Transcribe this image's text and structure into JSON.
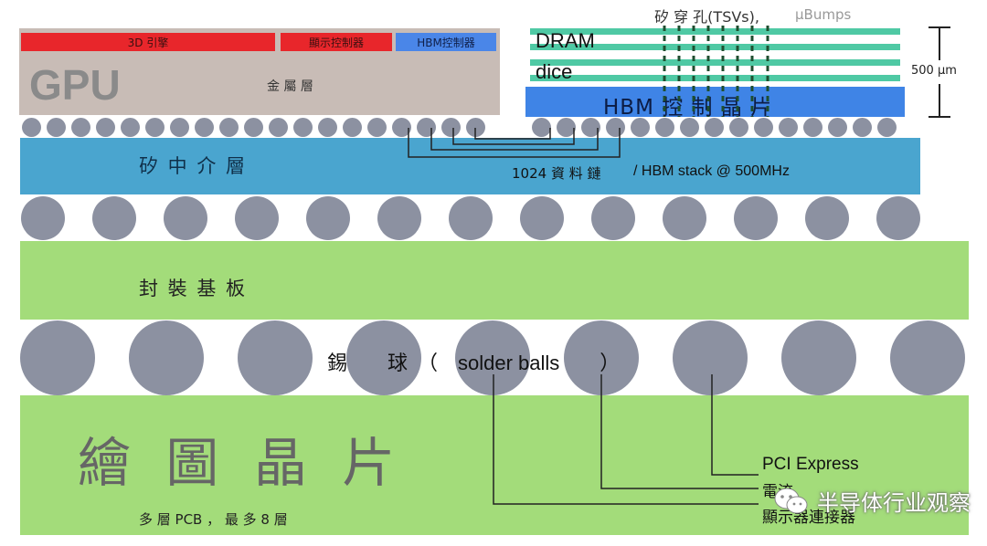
{
  "gpu_die": {
    "engine_label": "3D 引擎",
    "display_ctrl_label": "顯示控制器",
    "hbm_ctrl_label": "HBM控制器",
    "title": "GPU",
    "metal_layer_label": "金 屬 層"
  },
  "hbm_stack": {
    "tsv_label": "矽 穿 孔(TSVs),",
    "ubumps_label": "μBumps",
    "dram_label": "DRAM",
    "dice_label": "dice",
    "controller_label": "HBM 控 制 晶 片",
    "height_label": "500 μm"
  },
  "interposer": {
    "label": "矽 中 介 層",
    "links_label": "1024 資 料 鏈",
    "stack_label": "/ HBM stack @ 500MHz"
  },
  "package_substrate": {
    "label": "封 裝 基 板"
  },
  "solder_balls": {
    "label": "錫　　球　（　solder balls　　）"
  },
  "graphics_card": {
    "title": "繪 圖 晶 片",
    "pcb_label": "多 層 PCB ， 最 多 8 層",
    "pci_label": "PCI Express",
    "power_label": "電流",
    "display_conn_label": "顯示器連接器"
  },
  "watermark": {
    "text": "半导体行业观察"
  },
  "colors": {
    "gpu_die": "#c8bcb6",
    "red_block": "#e8262b",
    "hbm_ctrl_block": "#4a86e8",
    "dram_layer": "#4fc9a4",
    "hbm_base": "#3f84e6",
    "interposer": "#4aa5cf",
    "substrate": "#a3dc7a",
    "ball": "#8c91a1"
  }
}
